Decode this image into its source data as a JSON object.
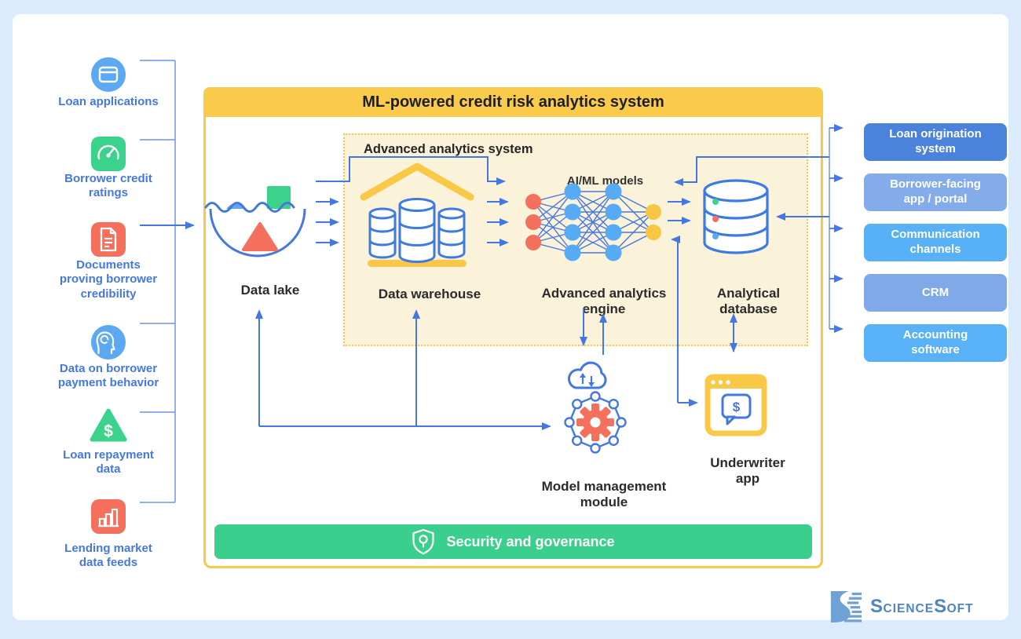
{
  "diagram": {
    "title": "ML-powered credit risk analytics system",
    "analytics_zone": {
      "label": "Advanced analytics system"
    },
    "nodes": {
      "data_lake": {
        "label": "Data lake"
      },
      "data_warehouse": {
        "label": "Data warehouse"
      },
      "ai_ml_models": {
        "label": "AI/ML models"
      },
      "analytics_engine": {
        "lines": [
          "Advanced analytics",
          "engine"
        ]
      },
      "analytical_database": {
        "lines": [
          "Analytical",
          "database"
        ]
      },
      "model_management": {
        "lines": [
          "Model management",
          "module"
        ]
      },
      "underwriter_app": {
        "lines": [
          "Underwriter",
          "app"
        ]
      }
    },
    "security_bar": {
      "label": "Security and governance",
      "icon": "shield-keyhole-icon"
    }
  },
  "sources": [
    {
      "icon": "browser-window-icon",
      "lines": [
        "Loan applications"
      ]
    },
    {
      "icon": "gauge-icon",
      "lines": [
        "Borrower credit",
        "ratings"
      ]
    },
    {
      "icon": "document-icon",
      "lines": [
        "Documents",
        "proving borrower",
        "credibility"
      ]
    },
    {
      "icon": "head-brain-icon",
      "lines": [
        "Data on borrower",
        "payment behavior"
      ]
    },
    {
      "icon": "dollar-triangle-icon",
      "lines": [
        "Loan repayment",
        "data"
      ]
    },
    {
      "icon": "bar-chart-icon",
      "lines": [
        "Lending market",
        "data feeds"
      ]
    }
  ],
  "external_systems": [
    {
      "lines": [
        "Loan origination",
        "system"
      ],
      "color": "#4B82DC"
    },
    {
      "lines": [
        "Borrower-facing",
        "app / portal"
      ],
      "color": "#84ABEA"
    },
    {
      "lines": [
        "Communication",
        "channels"
      ],
      "color": "#58B0F6"
    },
    {
      "lines": [
        "CRM"
      ],
      "color": "#7FA9E9"
    },
    {
      "lines": [
        "Accounting",
        "software"
      ],
      "color": "#59B1F7"
    }
  ],
  "branding": {
    "name": "ScienceSoft",
    "text_parts": [
      "S",
      "CIENCE",
      "S",
      "OFT"
    ]
  },
  "colors": {
    "background": "#DCEBFB",
    "card": "#FFFFFF",
    "accent_yellow": "#F9C846",
    "header_yellow": "#FACB4B",
    "zone_fill": "#FBF2DA",
    "arrow_blue": "#4577E3",
    "label_blue": "#4577E3",
    "icon_sky_blue": "#5BA9F2",
    "green": "#3BD38B",
    "security_green": "#3BCF8E",
    "red": "#F4705C",
    "node_blue": "#57AAF4",
    "node_yellow": "#F7C642",
    "logo_blue": "#4C84C4"
  }
}
